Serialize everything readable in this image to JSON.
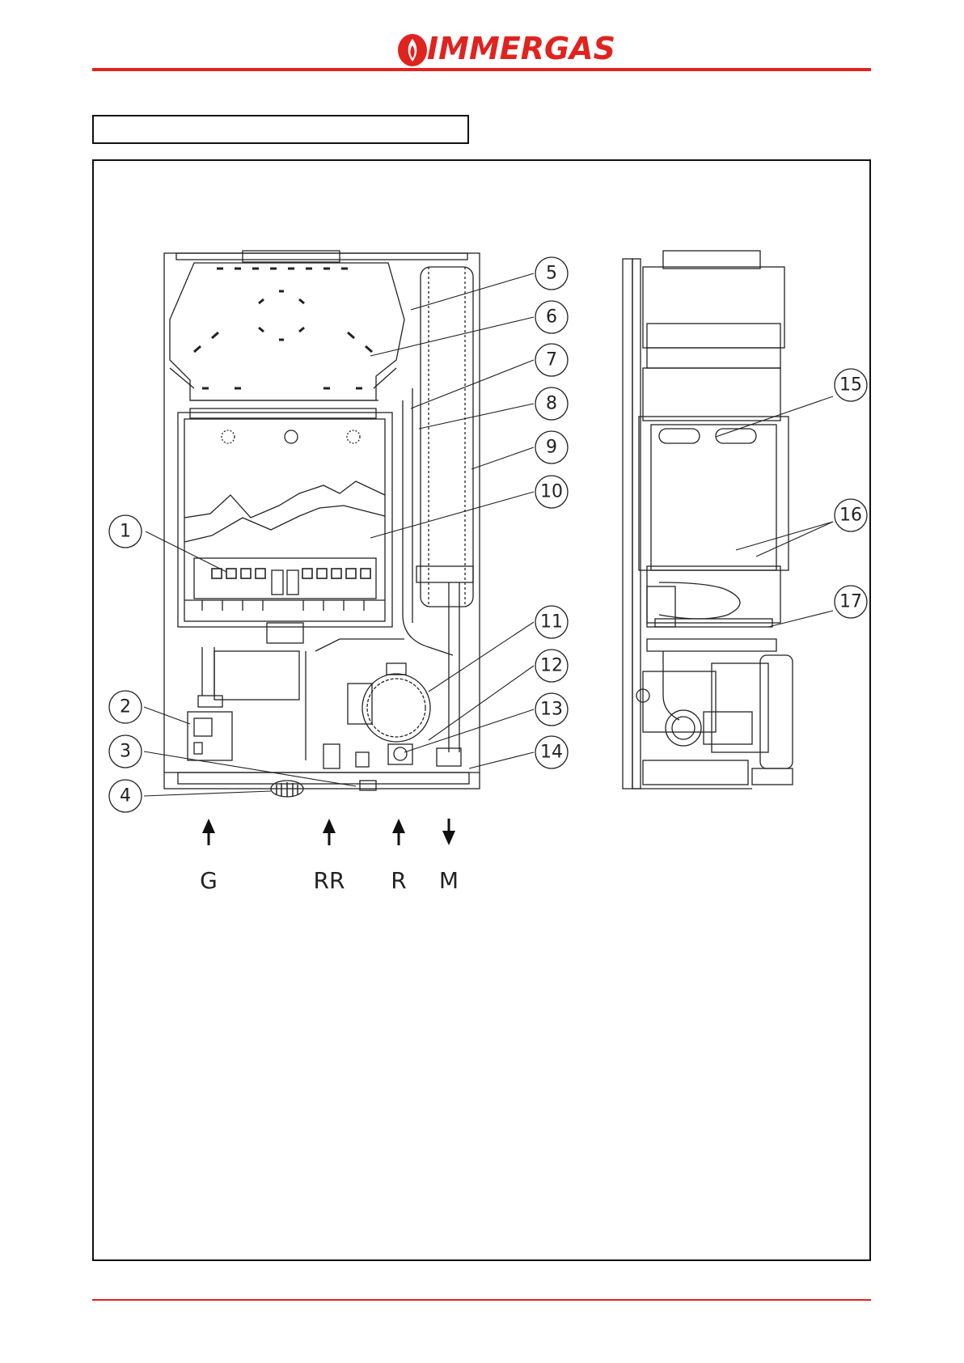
{
  "header": {
    "brand": "IMMERGAS",
    "brand_color": "#e0231f",
    "logo_icon": "flame-icon"
  },
  "title_box": {
    "text": ""
  },
  "callouts": [
    "1",
    "2",
    "3",
    "4",
    "5",
    "6",
    "7",
    "8",
    "9",
    "10",
    "11",
    "12",
    "13",
    "14",
    "15",
    "16",
    "17"
  ],
  "connections": [
    "G",
    "RR",
    "R",
    "M"
  ]
}
